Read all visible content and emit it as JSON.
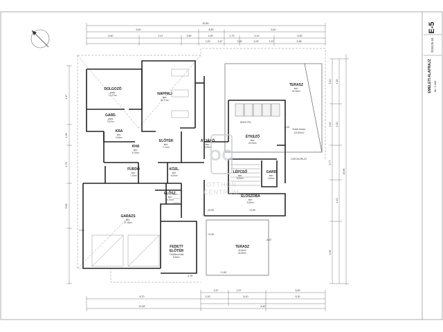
{
  "title_block": {
    "code": "E-5",
    "date": "2019.05.18.",
    "sheet_title": "EMELETI ALAPRAJZ",
    "scale": "M= 1:100"
  },
  "watermark": {
    "logo": "OC",
    "line1": "OTTHON",
    "line2": "CENTRUM"
  },
  "rooms": {
    "dolgozo": {
      "name": "DOLGOZÓ",
      "floor": "parkt.",
      "area": "11,27m²"
    },
    "gard1": {
      "name": "GARD.",
      "floor": "parkt.",
      "area": "3,57m²"
    },
    "nappali": {
      "name": "NAPPALI",
      "floor": "kerr.",
      "area": "30,17m²"
    },
    "kra": {
      "name": "KRA",
      "floor": "kerr.",
      "area": "2,64m²"
    },
    "kha": {
      "name": "KHA",
      "floor": "kerr.",
      "area": "6,76m²"
    },
    "eloter": {
      "name": "ELŐTÉR",
      "floor": "kerr.",
      "area": "7,11m²"
    },
    "atjaro": {
      "name": "ÁTJÁRÓ",
      "floor": "kerr.",
      "area": "10,83m²"
    },
    "etkezo": {
      "name": "ÉTKEZŐ",
      "floor": "kerr.",
      "area": "20,00m²"
    },
    "furdo": {
      "name": "FÜRDŐ",
      "floor": "kerr.",
      "area": "7,10m²"
    },
    "kozl": {
      "name": "KÖZL.",
      "floor": "kerr.",
      "area": "6,00m²"
    },
    "lepcso": {
      "name": "LÉPCSŐ",
      "floor": "kerr.",
      "area": "6,00m²"
    },
    "gard2": {
      "name": "GARD",
      "floor": "kerr.",
      "area": "2,60m²"
    },
    "eloszoba": {
      "name": "ELŐSZOBA",
      "floor": "kerr.",
      "area": "8,49m²"
    },
    "elosz": {
      "name": "ELŐSZ.",
      "floor": "kerr.",
      "area": "4,74m²"
    },
    "garazs": {
      "name": "GARÁZS",
      "floor": "kerr.",
      "area": "37,18m²"
    },
    "fedett": {
      "name": "FEDETT",
      "name2": "ELŐTÉR",
      "floor": "Térkőburkolat",
      "area": "5,83m²"
    },
    "terasz_top": {
      "name": "TERASZ",
      "floor": "kerr.",
      "area": "40,30m²"
    },
    "fedett_terasz": {
      "name": "fedett terasz",
      "area": "(15,60m²)"
    },
    "terasz_bottom": {
      "name": "TERASZ",
      "floor": "fa deck",
      "area": "26,80m²"
    }
  },
  "top_dims": {
    "overall": "20,80",
    "row2": [
      "6,40",
      "8,80",
      "6,40"
    ],
    "row3": [
      "6,40",
      "2,47",
      "3,80",
      "1,09",
      "1,79",
      "4,10",
      "5,30"
    ],
    "row4": [
      "1,29",
      "2,47",
      "3,05",
      "2,00",
      "1,97",
      "3,38"
    ]
  },
  "bottom_dims": {
    "row1": [
      "1,67",
      "1,37",
      "5,30"
    ],
    "row2": [
      "6,70",
      "1,20",
      "5,10",
      "5,30"
    ],
    "overall": [
      "12,45",
      "8,40"
    ]
  },
  "side_dims": {
    "left": [
      "4,17",
      "1,35",
      "4,79",
      "5,00",
      "1,20"
    ],
    "right": [
      "5,10",
      "4,30",
      "2,40",
      "1,32",
      "5,77",
      "4,43",
      "1,35",
      "20,90"
    ]
  },
  "levels": [
    "+2,90",
    "+0,00",
    "±0,00",
    "-1,76",
    "+1,00",
    "-0,67",
    "-0,00"
  ],
  "labels": {
    "ceiling_line": "ÜRES FEL",
    "terrace_rail": "ÜVEGKORLÁT"
  }
}
